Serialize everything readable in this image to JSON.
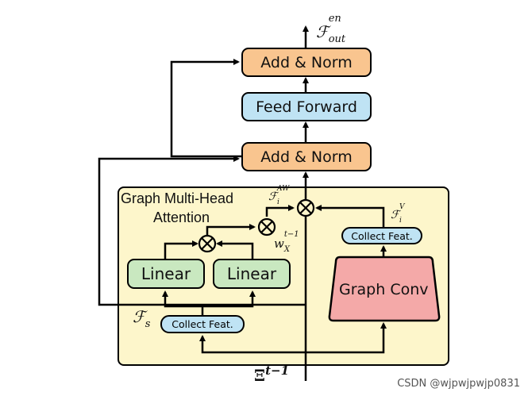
{
  "nodes": {
    "add_norm_top": "Add & Norm",
    "feed_forward": "Feed Forward",
    "add_norm_mid": "Add & Norm",
    "attention_title_line1": "Graph Multi-Head",
    "attention_title_line2": "Attention",
    "linear_left": "Linear",
    "linear_right": "Linear",
    "graph_conv": "Graph Conv",
    "collect_feat_bottom": "Collect Feat.",
    "collect_feat_right": "Collect Feat."
  },
  "labels": {
    "f_out_main": "ℱ",
    "f_out_sup": "en",
    "f_out_sub": "out",
    "f_aw_main": "ℱ",
    "f_aw_sup": "AW",
    "f_aw_sub": "i",
    "f_v_main": "ℱ",
    "f_v_sup": "V",
    "f_v_sub": "i",
    "w_main": "w",
    "w_sup": "t−1",
    "w_sub": "X",
    "fs_main": "ℱ",
    "fs_sub": "s",
    "xi_main": "Ξ",
    "xi_sup": "t−1"
  },
  "watermark": "CSDN @wjpwjpwjp0831",
  "colors": {
    "add_norm": "#f9c58f",
    "feed_forward": "#bfe3f4",
    "linear": "#c9e8c0",
    "graph_conv": "#f4a9a8",
    "attention_panel": "#fdf6cb"
  }
}
